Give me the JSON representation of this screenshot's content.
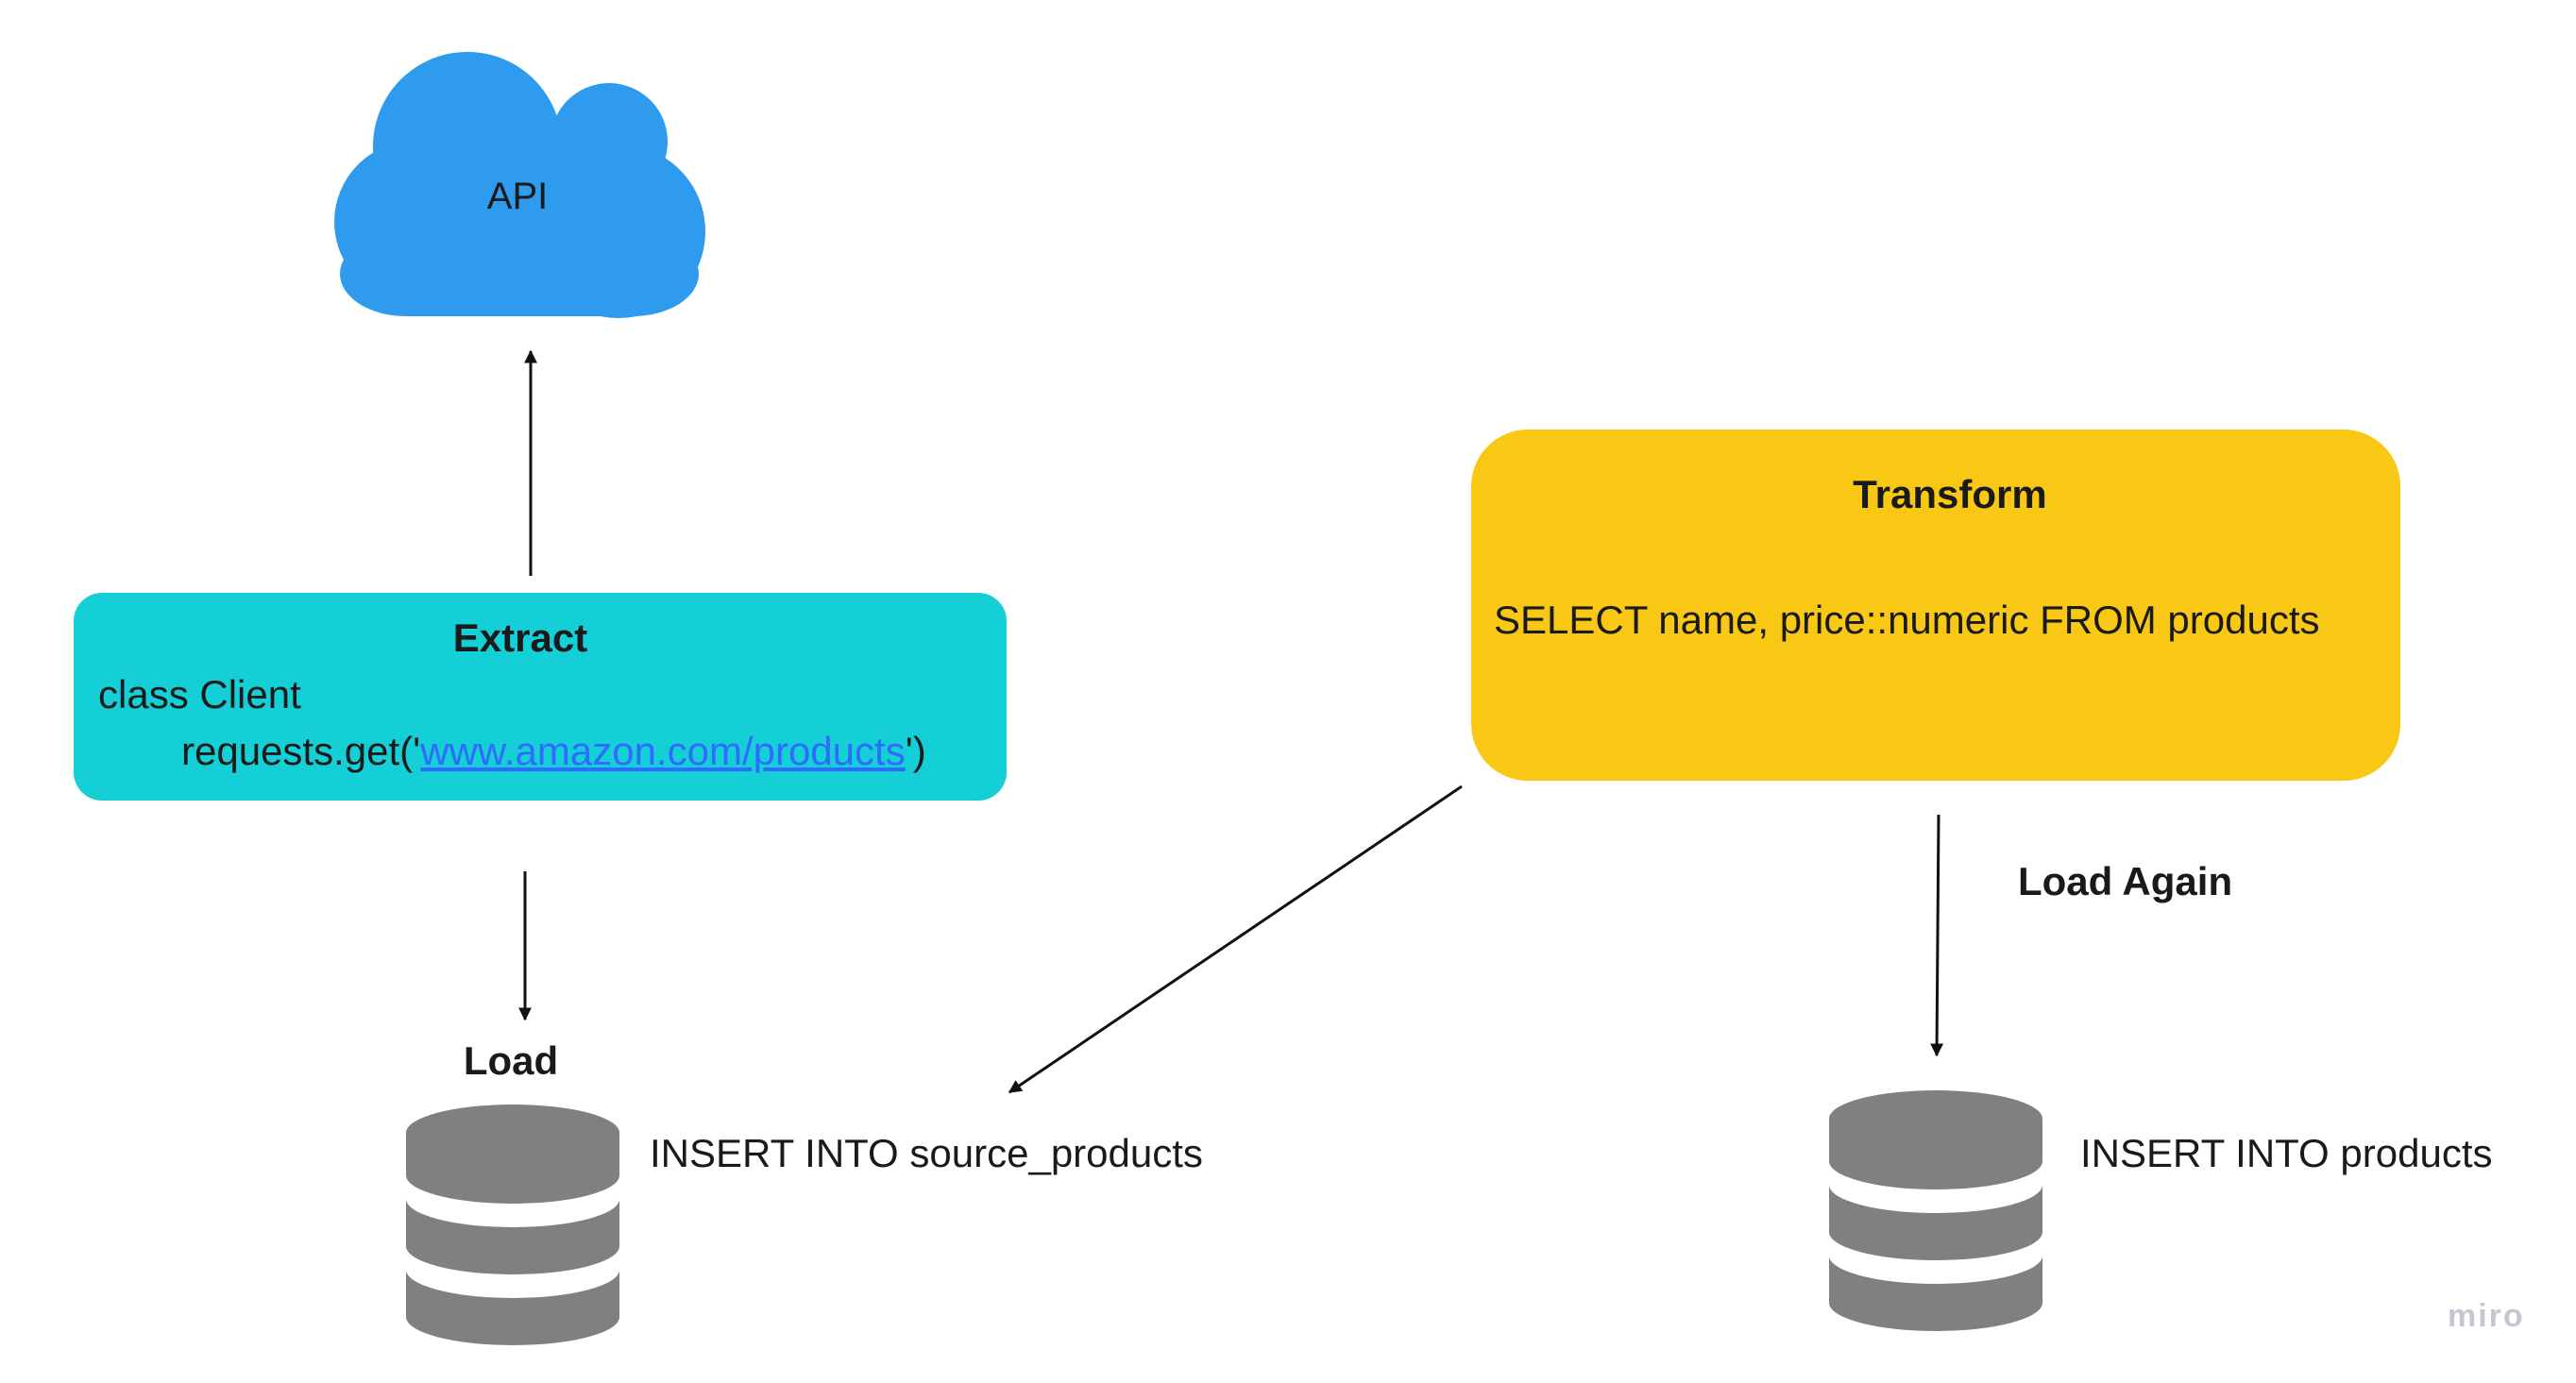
{
  "colors": {
    "cloud": "#2e9bef",
    "extract_box": "#14cfd6",
    "transform_box": "#f8c815",
    "database": "#808080",
    "arrow": "#111111",
    "link": "#2f6bff",
    "watermark": "#c3c8d0"
  },
  "icons": {
    "cloud": "cloud-icon",
    "database": "database-icon"
  },
  "api": {
    "label": "API"
  },
  "extract": {
    "title": "Extract",
    "line1": "class Client",
    "line2_prefix": "requests.get('",
    "line2_link": "www.amazon.com/products",
    "line2_suffix": "')"
  },
  "load": {
    "label": "Load",
    "sql": "INSERT INTO source_products"
  },
  "transform": {
    "title": "Transform",
    "sql": "SELECT name, price::numeric FROM products"
  },
  "load_again": {
    "label": "Load Again",
    "sql": "INSERT INTO products"
  },
  "watermark": {
    "text": "miro"
  }
}
